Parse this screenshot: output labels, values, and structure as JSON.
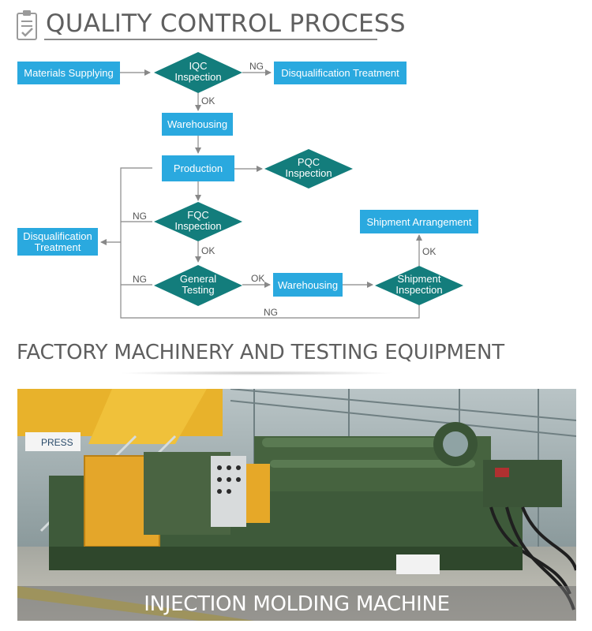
{
  "header": {
    "title": "QUALITY CONTROL PROCESS",
    "icon": "checklist-clipboard-icon"
  },
  "flow": {
    "colors": {
      "box": "#2aa9df",
      "diamond": "#137d7c",
      "line": "#888888"
    },
    "nodes": {
      "materials": [
        "Materials Supplying"
      ],
      "iqc": [
        "IQC",
        "Inspection"
      ],
      "disq_top": [
        "Disqualification Treatment"
      ],
      "warehousing1": [
        "Warehousing"
      ],
      "production": [
        "Production"
      ],
      "pqc": [
        "PQC",
        "Inspection"
      ],
      "fqc": [
        "FQC",
        "Inspection"
      ],
      "disq_left": [
        "Disqualification",
        "Treatment"
      ],
      "general": [
        "General",
        "Testing"
      ],
      "warehousing2": [
        "Warehousing"
      ],
      "shipment_inspection": [
        "Shipment",
        "Inspection"
      ],
      "shipment_arrangement": [
        "Shipment Arrangement"
      ]
    },
    "labels": {
      "ng": "NG",
      "ok": "OK"
    }
  },
  "section2": {
    "title": "FACTORY MACHINERY AND TESTING EQUIPMENT"
  },
  "photo": {
    "caption": "INJECTION MOLDING MACHINE",
    "sign_text": "PRESS"
  }
}
